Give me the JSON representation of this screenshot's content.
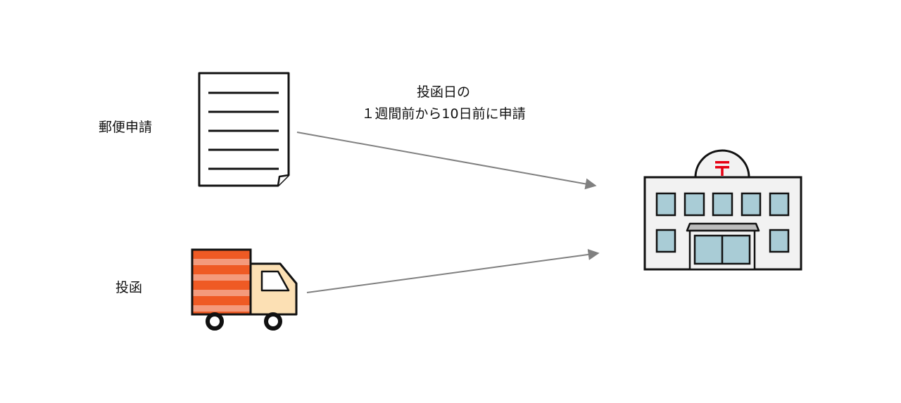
{
  "labels": {
    "mail_application": "郵便申請",
    "posting": "投函"
  },
  "note": {
    "line1": "投函日の",
    "line2": "１週間前から10日前に申請"
  },
  "icons": {
    "document": "document-icon",
    "truck": "delivery-truck-icon",
    "post_office": "post-office-icon",
    "post_mark": "〒"
  },
  "colors": {
    "arrow": "#808080",
    "truck_cargo": "#EF5A24",
    "truck_stripe": "#F49A7C",
    "truck_cab": "#FCE0B4",
    "window": "#A9CCD6",
    "post_mark": "#E60012",
    "building_wall": "#F2F2F2"
  }
}
